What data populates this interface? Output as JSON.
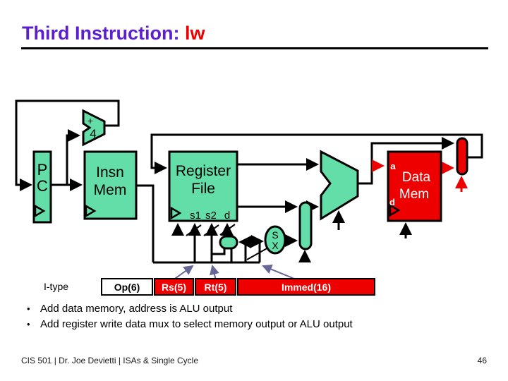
{
  "colors": {
    "purple": "#5B1FD0",
    "red": "#EE0000",
    "teal": "#63DEA9",
    "wire": "#000000",
    "slate": "#666699"
  },
  "title": {
    "prefix": "Third Instruction: ",
    "highlight": "lw"
  },
  "diagram": {
    "pc": {
      "line1": "P",
      "line2": "C"
    },
    "adder": {
      "plus": "+",
      "four": "4"
    },
    "insn_mem": {
      "line1": "Insn",
      "line2": "Mem"
    },
    "register_file": {
      "line1": "Register",
      "line2": "File",
      "port_s1": "s1",
      "port_s2": "s2",
      "port_d": "d"
    },
    "sign_extend": {
      "line1": "S",
      "line2": "X"
    },
    "data_mem": {
      "line1": "Data",
      "line2": "Mem",
      "port_a": "a",
      "port_d": "d"
    }
  },
  "instruction_format": {
    "label": "I-type",
    "fields": [
      {
        "label": "Op(6)"
      },
      {
        "label": "Rs(5)"
      },
      {
        "label": "Rt(5)"
      },
      {
        "label": "Immed(16)"
      }
    ]
  },
  "bullets": [
    "Add data memory, address is ALU output",
    "Add register write data mux to select memory output or ALU output"
  ],
  "footer": {
    "left": "CIS 501  |  Dr. Joe Devietti  |  ISAs & Single Cycle",
    "page": "46"
  }
}
